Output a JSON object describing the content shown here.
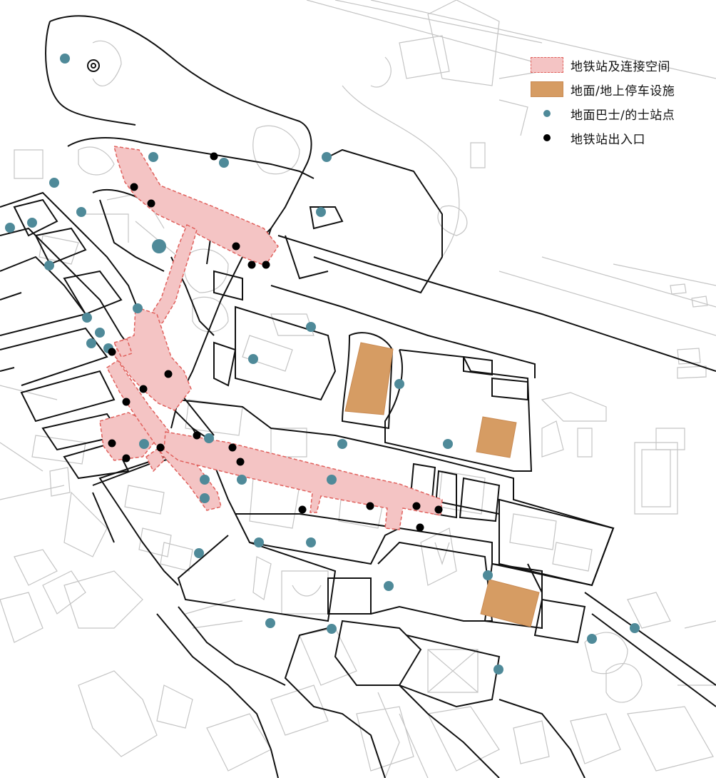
{
  "map": {
    "colors": {
      "background": "#ffffff",
      "context_lines": "#bdbdbd",
      "road_outline": "#111111",
      "metro_fill": "#f4c4c4",
      "metro_stroke": "#e0605c",
      "parking_fill": "#d69c63",
      "bus_stop": "#4f8a99",
      "metro_exit": "#000000"
    }
  },
  "legend": {
    "items": [
      {
        "label": "地铁站及连接空间",
        "icon": "metro-station-area-swatch"
      },
      {
        "label": "地面/地上停车设施",
        "icon": "parking-swatch"
      },
      {
        "label": "地面巴士/的士站点",
        "icon": "bus-taxi-stop-dot"
      },
      {
        "label": "地铁站出入口",
        "icon": "metro-exit-dot"
      }
    ]
  }
}
